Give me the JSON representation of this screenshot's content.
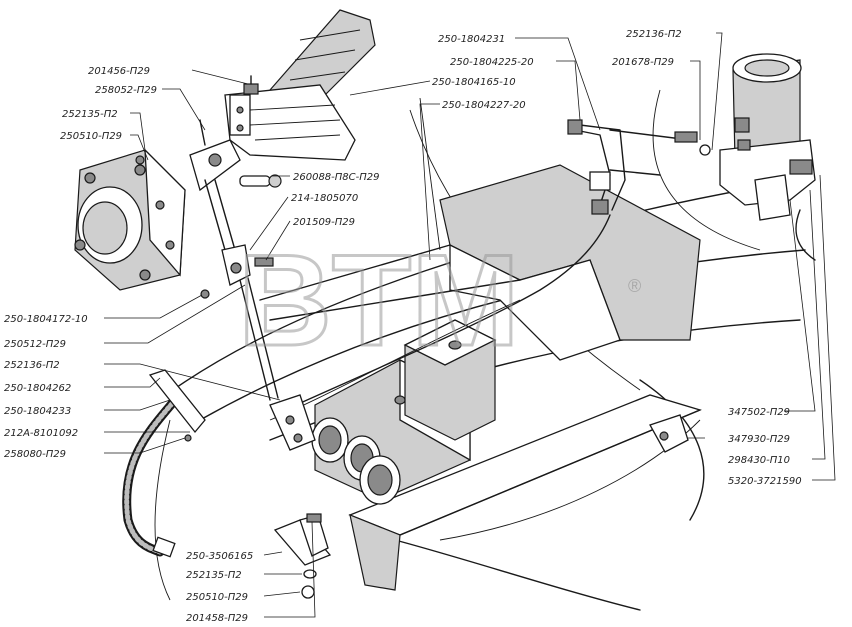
{
  "watermark": {
    "text": "BTM",
    "mark": "®"
  },
  "labels": [
    {
      "id": "l01",
      "text": "201456-П29"
    },
    {
      "id": "l02",
      "text": "258052-П29"
    },
    {
      "id": "l03",
      "text": "252135-П2"
    },
    {
      "id": "l04",
      "text": "250510-П29"
    },
    {
      "id": "l05",
      "text": "250-1804231"
    },
    {
      "id": "l06",
      "text": "250-1804225-20"
    },
    {
      "id": "l07",
      "text": "250-1804165-10"
    },
    {
      "id": "l08",
      "text": "250-1804227-20"
    },
    {
      "id": "l09",
      "text": "252136-П2"
    },
    {
      "id": "l10",
      "text": "201678-П29"
    },
    {
      "id": "l11",
      "text": "260088-П8С-П29"
    },
    {
      "id": "l12",
      "text": "214-1805070"
    },
    {
      "id": "l13",
      "text": "201509-П29"
    },
    {
      "id": "l14",
      "text": "250-1804172-10"
    },
    {
      "id": "l15",
      "text": "250512-П29"
    },
    {
      "id": "l16",
      "text": "252136-П2"
    },
    {
      "id": "l17",
      "text": "250-1804262"
    },
    {
      "id": "l18",
      "text": "250-1804233"
    },
    {
      "id": "l19",
      "text": "212А-8101092"
    },
    {
      "id": "l20",
      "text": "258080-П29"
    },
    {
      "id": "l21",
      "text": "347502-П29"
    },
    {
      "id": "l22",
      "text": "347930-П29"
    },
    {
      "id": "l23",
      "text": "298430-П10"
    },
    {
      "id": "l24",
      "text": "5320-3721590"
    },
    {
      "id": "l25",
      "text": "250-3506165"
    },
    {
      "id": "l26",
      "text": "252135-П2"
    },
    {
      "id": "l27",
      "text": "250510-П29"
    },
    {
      "id": "l28",
      "text": "201458-П29"
    }
  ]
}
